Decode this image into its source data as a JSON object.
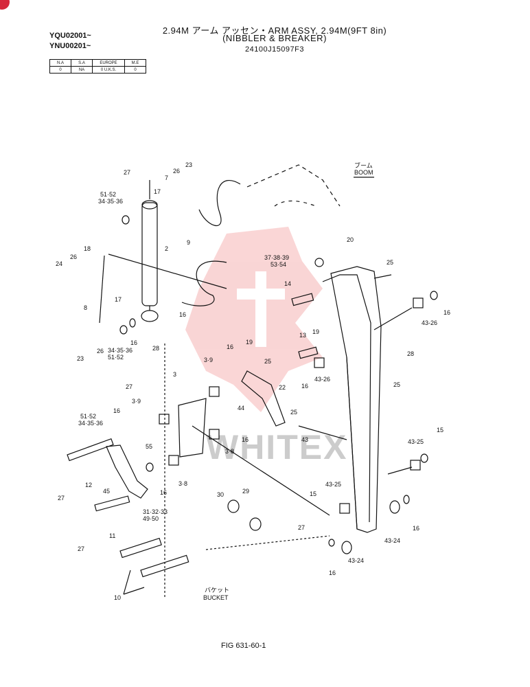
{
  "header": {
    "title_line1": "2.94M アーム アッセン・ARM ASSY, 2.94M(9FT 8in)",
    "title_line2": "(NIBBLER & BREAKER)",
    "part_no": "24100J15097F3",
    "serial_1": "YQU02001~",
    "serial_2": "YNU00201~"
  },
  "region_table": {
    "headers": [
      "N.A",
      "S.A",
      "EUROPE",
      "M.E"
    ],
    "values": [
      "0",
      "NA",
      "0 U.K.S.",
      "0"
    ]
  },
  "labels": {
    "boom": "ブーム",
    "boom_en": "BOOM",
    "bucket": "バケット",
    "bucket_en": "BUCKET",
    "watermark": "WHITEX"
  },
  "callouts": [
    {
      "id": "c27a",
      "text": "27"
    },
    {
      "id": "c23a",
      "text": "23"
    },
    {
      "id": "c7",
      "text": "7"
    },
    {
      "id": "c26a",
      "text": "26"
    },
    {
      "id": "c17a",
      "text": "17"
    },
    {
      "id": "c5152a",
      "text": "51·52"
    },
    {
      "id": "c343536a",
      "text": "34·35·36"
    },
    {
      "id": "c2",
      "text": "2"
    },
    {
      "id": "c9",
      "text": "9"
    },
    {
      "id": "c18",
      "text": "18"
    },
    {
      "id": "c26b",
      "text": "26"
    },
    {
      "id": "c24",
      "text": "24"
    },
    {
      "id": "c8",
      "text": "8"
    },
    {
      "id": "c17b",
      "text": "17"
    },
    {
      "id": "c16a",
      "text": "16"
    },
    {
      "id": "c23b",
      "text": "23"
    },
    {
      "id": "c26c",
      "text": "26"
    },
    {
      "id": "c343536b",
      "text": "34·35·36"
    },
    {
      "id": "c5152b",
      "text": "51·52"
    },
    {
      "id": "c16b",
      "text": "16"
    },
    {
      "id": "c28a",
      "text": "28"
    },
    {
      "id": "c20",
      "text": "20"
    },
    {
      "id": "c373839",
      "text": "37·38·39"
    },
    {
      "id": "c5354",
      "text": "53·54"
    },
    {
      "id": "c25a",
      "text": "25"
    },
    {
      "id": "c14",
      "text": "14"
    },
    {
      "id": "c19a",
      "text": "19"
    },
    {
      "id": "c16c",
      "text": "16"
    },
    {
      "id": "c4326a",
      "text": "43-26"
    },
    {
      "id": "c13",
      "text": "13"
    },
    {
      "id": "c28b",
      "text": "28"
    },
    {
      "id": "c4326b",
      "text": "43-26"
    },
    {
      "id": "c25b",
      "text": "25"
    },
    {
      "id": "c16d",
      "text": "16"
    },
    {
      "id": "c19b",
      "text": "19"
    },
    {
      "id": "c25c",
      "text": "25"
    },
    {
      "id": "c39a",
      "text": "3·9"
    },
    {
      "id": "c3",
      "text": "3"
    },
    {
      "id": "c27b",
      "text": "27"
    },
    {
      "id": "c39b",
      "text": "3·9"
    },
    {
      "id": "c16e",
      "text": "16"
    },
    {
      "id": "c22",
      "text": "22"
    },
    {
      "id": "c44",
      "text": "44"
    },
    {
      "id": "c25d",
      "text": "25"
    },
    {
      "id": "c5152c",
      "text": "51·52"
    },
    {
      "id": "c343536c",
      "text": "34·35·36"
    },
    {
      "id": "c16f",
      "text": "16"
    },
    {
      "id": "c16g",
      "text": "16"
    },
    {
      "id": "c38a",
      "text": "3·8"
    },
    {
      "id": "c43",
      "text": "43"
    },
    {
      "id": "c4325a",
      "text": "43-25"
    },
    {
      "id": "c15a",
      "text": "15"
    },
    {
      "id": "c55",
      "text": "55"
    },
    {
      "id": "c12",
      "text": "12"
    },
    {
      "id": "c27c",
      "text": "27"
    },
    {
      "id": "c45",
      "text": "45"
    },
    {
      "id": "c16h",
      "text": "16"
    },
    {
      "id": "c38b",
      "text": "3·8"
    },
    {
      "id": "c313233",
      "text": "31·32·33"
    },
    {
      "id": "c4950",
      "text": "49·50"
    },
    {
      "id": "c30",
      "text": "30"
    },
    {
      "id": "c29",
      "text": "29"
    },
    {
      "id": "c4325b",
      "text": "43-25"
    },
    {
      "id": "c15b",
      "text": "15"
    },
    {
      "id": "c11",
      "text": "11"
    },
    {
      "id": "c27d",
      "text": "27"
    },
    {
      "id": "c27e",
      "text": "27"
    },
    {
      "id": "c16i",
      "text": "16"
    },
    {
      "id": "c4324a",
      "text": "43-24"
    },
    {
      "id": "c16j",
      "text": "16"
    },
    {
      "id": "c4324b",
      "text": "43-24"
    },
    {
      "id": "c10",
      "text": "10"
    }
  ],
  "footer": {
    "fig": "FIG 631-60-1"
  }
}
